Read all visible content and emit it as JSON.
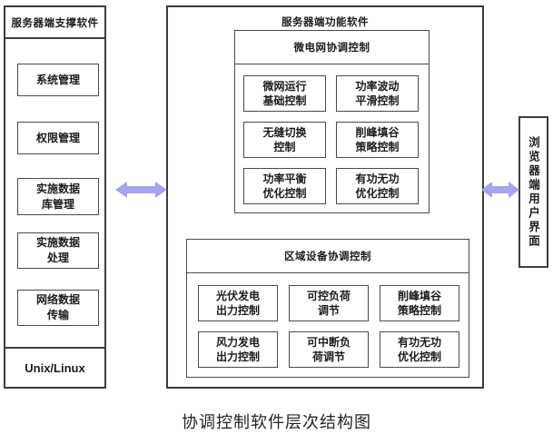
{
  "palette": {
    "arrow": "#a8a3f0",
    "border_outer": "#3d3d3d",
    "border_inner": "#4a4a4a"
  },
  "left_panel": {
    "title": "服务器端支撑软件",
    "items": [
      "系统管理",
      "权限管理",
      "实施数据\n库管理",
      "实施数据\n处理",
      "网络数据\n传输"
    ],
    "footer": "Unix/Linux"
  },
  "middle_panel": {
    "title": "服务器端功能软件",
    "group1": {
      "title": "微电网协调控制",
      "items": [
        "微网运行\n基础控制",
        "功率波动\n平滑控制",
        "无缝切换\n控制",
        "削峰填谷\n策略控制",
        "功率平衡\n优化控制",
        "有功无功\n优化控制"
      ]
    },
    "group2": {
      "title": "区域设备协调控制",
      "items": [
        "光伏发电\n出力控制",
        "可控负荷\n调节",
        "削峰填谷\n策略控制",
        "风力发电\n出力控制",
        "可中断负\n荷调节",
        "有功无功\n优化控制"
      ]
    }
  },
  "right_panel": {
    "title": "浏览器端用户界面"
  },
  "caption": "协调控制软件层次结构图"
}
